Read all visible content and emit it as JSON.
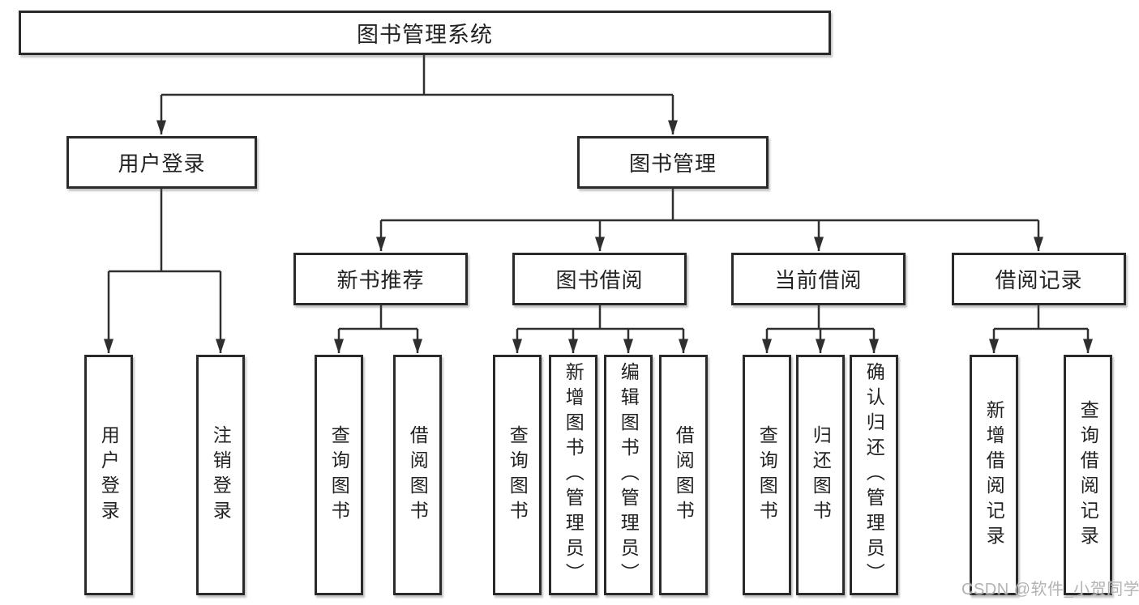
{
  "diagram": {
    "nodes": {
      "root": "图书管理系统",
      "user_login": "用户登录",
      "book_mgmt": "图书管理",
      "new_book_rec": "新书推荐",
      "book_borrow": "图书借阅",
      "current_borrow": "当前借阅",
      "borrow_records": "借阅记录",
      "login_children": [
        "用户登录",
        "注销登录"
      ],
      "new_book_children": [
        "查询图书",
        "借阅图书"
      ],
      "borrow_children": [
        "查询图书",
        "新增图书（管理员）",
        "编辑图书（管理员）",
        "借阅图书"
      ],
      "current_children": [
        "查询图书",
        "归还图书",
        "确认归还（管理员）"
      ],
      "records_children": [
        "新增借阅记录",
        "查询借阅记录"
      ]
    },
    "watermark": "CSDN @软件_小贺同学",
    "colors": {
      "line": "#2f2f2f",
      "box_border": "#2a2a2a",
      "box_fill": "#ffffff",
      "text": "#222222",
      "watermark": "#b3b3b3"
    }
  }
}
